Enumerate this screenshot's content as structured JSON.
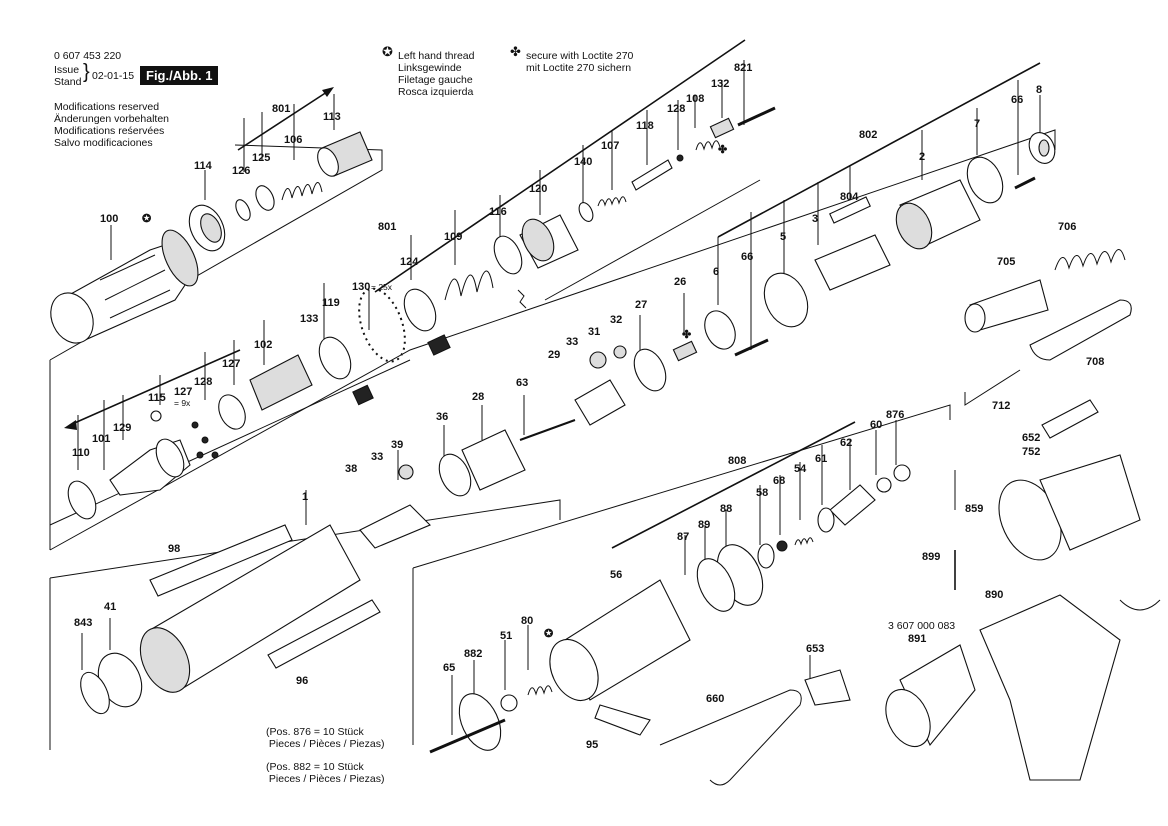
{
  "header": {
    "part_number": "0 607 453 220",
    "issue_label": "Issue\nStand",
    "issue_date": "02-01-15",
    "fig_label": "Fig./Abb. 1",
    "modifications": "Modifications reserved\nÄnderungen vorbehalten\nModifications reśervées\nSalvo modificaciones",
    "left_thread": "Left hand thread\nLinksgewinde\nFiletage gauche\nRosca izquierda",
    "loctite": "secure with Loctite 270\nmit Loctite 270 sichern"
  },
  "notes": {
    "pos_876": "(Pos. 876 = 10 Stück\n Pieces / Pièces / Piezas)",
    "pos_882": "(Pos. 882 = 10 Stück\n Pieces / Pièces / Piezas)",
    "kit_number": "3 607 000 083",
    "count_130": "= 25x",
    "count_127": "= 9x"
  },
  "labels": [
    {
      "id": "801a",
      "text": "801"
    },
    {
      "id": "113",
      "text": "113"
    },
    {
      "id": "106",
      "text": "106"
    },
    {
      "id": "125",
      "text": "125"
    },
    {
      "id": "126",
      "text": "126"
    },
    {
      "id": "114",
      "text": "114"
    },
    {
      "id": "100",
      "text": "100"
    },
    {
      "id": "821",
      "text": "821"
    },
    {
      "id": "132",
      "text": "132"
    },
    {
      "id": "108",
      "text": "108"
    },
    {
      "id": "128a",
      "text": "128"
    },
    {
      "id": "118",
      "text": "118"
    },
    {
      "id": "107",
      "text": "107"
    },
    {
      "id": "140",
      "text": "140"
    },
    {
      "id": "120",
      "text": "120"
    },
    {
      "id": "116",
      "text": "116"
    },
    {
      "id": "109",
      "text": "109"
    },
    {
      "id": "801b",
      "text": "801"
    },
    {
      "id": "124",
      "text": "124"
    },
    {
      "id": "130",
      "text": "130"
    },
    {
      "id": "119",
      "text": "119"
    },
    {
      "id": "133",
      "text": "133"
    },
    {
      "id": "102",
      "text": "102"
    },
    {
      "id": "127a",
      "text": "127"
    },
    {
      "id": "128b",
      "text": "128"
    },
    {
      "id": "127b",
      "text": "127"
    },
    {
      "id": "115",
      "text": "115"
    },
    {
      "id": "129",
      "text": "129"
    },
    {
      "id": "101",
      "text": "101"
    },
    {
      "id": "110",
      "text": "110"
    },
    {
      "id": "8",
      "text": "8"
    },
    {
      "id": "66a",
      "text": "66"
    },
    {
      "id": "7",
      "text": "7"
    },
    {
      "id": "802",
      "text": "802"
    },
    {
      "id": "2",
      "text": "2"
    },
    {
      "id": "804",
      "text": "804"
    },
    {
      "id": "3",
      "text": "3"
    },
    {
      "id": "5",
      "text": "5"
    },
    {
      "id": "66b",
      "text": "66"
    },
    {
      "id": "6",
      "text": "6"
    },
    {
      "id": "26",
      "text": "26"
    },
    {
      "id": "27",
      "text": "27"
    },
    {
      "id": "32",
      "text": "32"
    },
    {
      "id": "31",
      "text": "31"
    },
    {
      "id": "33a",
      "text": "33"
    },
    {
      "id": "29",
      "text": "29"
    },
    {
      "id": "63",
      "text": "63"
    },
    {
      "id": "28",
      "text": "28"
    },
    {
      "id": "36",
      "text": "36"
    },
    {
      "id": "39",
      "text": "39"
    },
    {
      "id": "33b",
      "text": "33"
    },
    {
      "id": "38",
      "text": "38"
    },
    {
      "id": "706",
      "text": "706"
    },
    {
      "id": "705",
      "text": "705"
    },
    {
      "id": "708",
      "text": "708"
    },
    {
      "id": "712",
      "text": "712"
    },
    {
      "id": "652",
      "text": "652"
    },
    {
      "id": "752",
      "text": "752"
    },
    {
      "id": "876",
      "text": "876"
    },
    {
      "id": "60",
      "text": "60"
    },
    {
      "id": "62",
      "text": "62"
    },
    {
      "id": "61",
      "text": "61"
    },
    {
      "id": "54",
      "text": "54"
    },
    {
      "id": "68",
      "text": "68"
    },
    {
      "id": "58",
      "text": "58"
    },
    {
      "id": "808",
      "text": "808"
    },
    {
      "id": "88",
      "text": "88"
    },
    {
      "id": "89",
      "text": "89"
    },
    {
      "id": "87",
      "text": "87"
    },
    {
      "id": "56",
      "text": "56"
    },
    {
      "id": "1",
      "text": "1"
    },
    {
      "id": "98",
      "text": "98"
    },
    {
      "id": "843",
      "text": "843"
    },
    {
      "id": "41",
      "text": "41"
    },
    {
      "id": "96",
      "text": "96"
    },
    {
      "id": "859",
      "text": "859"
    },
    {
      "id": "899",
      "text": "899"
    },
    {
      "id": "890",
      "text": "890"
    },
    {
      "id": "891",
      "text": "891"
    },
    {
      "id": "653",
      "text": "653"
    },
    {
      "id": "660",
      "text": "660"
    },
    {
      "id": "95",
      "text": "95"
    },
    {
      "id": "882",
      "text": "882"
    },
    {
      "id": "65",
      "text": "65"
    },
    {
      "id": "51",
      "text": "51"
    },
    {
      "id": "80",
      "text": "80"
    }
  ]
}
